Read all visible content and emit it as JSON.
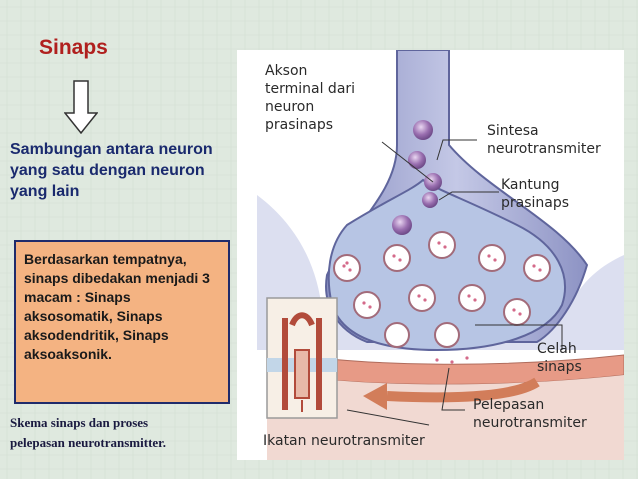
{
  "slide": {
    "title": "Sinaps",
    "description": "Sambungan antara neuron yang satu dengan neuron yang lain",
    "box_text": "Berdasarkan tempatnya, sinaps dibedakan menjadi 3 macam : Sinaps aksosomatik, Sinaps aksodendritik, Sinaps aksoaksonik.",
    "caption_line1": "Skema sinaps dan proses",
    "caption_line2": "pelepasan neurotransmitter."
  },
  "diagram": {
    "labels": {
      "akson_1": "Akson",
      "akson_2": "terminal dari",
      "akson_3": "neuron",
      "akson_4": "prasinaps",
      "sintesa_1": "Sintesa",
      "sintesa_2": "neurotransmiter",
      "kantung_1": "Kantung",
      "kantung_2": "prasinaps",
      "celah_1": "Celah",
      "celah_2": "sinaps",
      "pelepasan_1": "Pelepasan",
      "pelepasan_2": "neurotransmiter",
      "ikatan": "Ikatan neurotransmiter"
    }
  },
  "colors": {
    "background": "#dfe9df",
    "title": "#b0201e",
    "text": "#1a2a6e",
    "box_fill": "#f4b382",
    "axon": "#aeb4d8",
    "vesicle": "#9a6fb0",
    "membrane": "#e79a86"
  }
}
